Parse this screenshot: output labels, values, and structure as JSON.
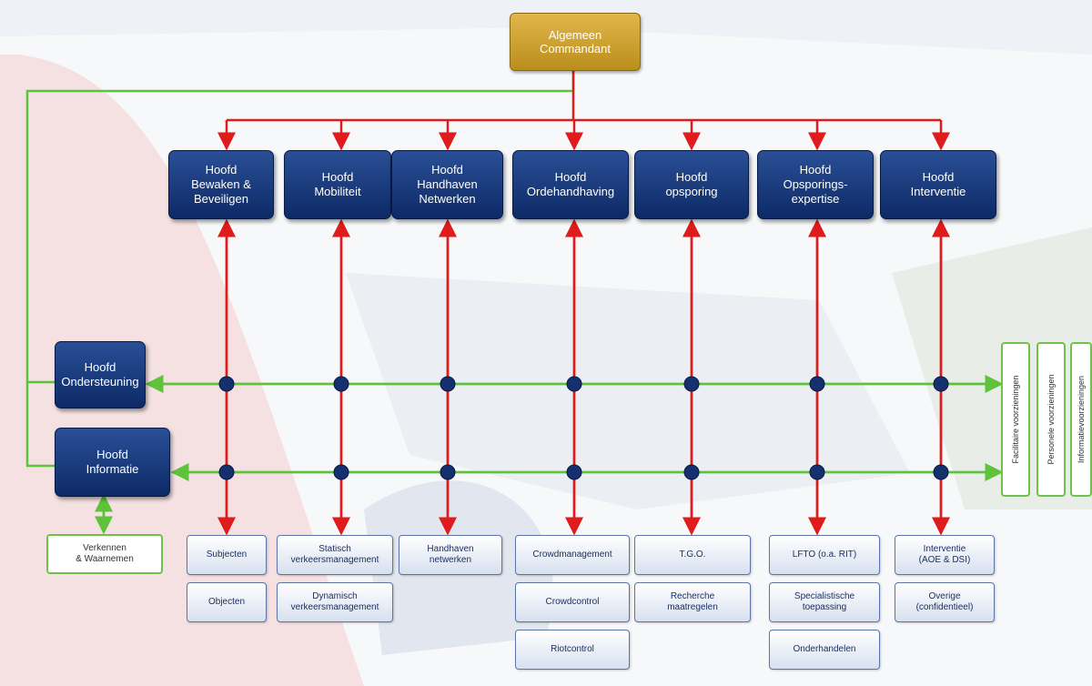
{
  "commander": {
    "label": "Algemeen\nCommandant"
  },
  "heads": [
    {
      "label": "Hoofd\nBewaken &\nBeveiligen"
    },
    {
      "label": "Hoofd\nMobiliteit"
    },
    {
      "label": "Hoofd\nHandhaven\nNetwerken"
    },
    {
      "label": "Hoofd\nOrdehandhaving"
    },
    {
      "label": "Hoofd\nopsporing"
    },
    {
      "label": "Hoofd\nOpsporings-\nexpertise"
    },
    {
      "label": "Hoofd\nInterventie"
    }
  ],
  "support": {
    "ondersteuning": "Hoofd\nOndersteuning",
    "informatie": "Hoofd\nInformatie",
    "verkennen": "Verkennen\n& Waarnemen"
  },
  "facilities": [
    "Facilitaire voorzieningen",
    "Personele voorzieningen",
    "Informatievoorzieningen"
  ],
  "subunits": [
    [
      "Subjecten",
      "Objecten"
    ],
    [
      "Statisch\nverkeersmanagement",
      "Dynamisch\nverkeersmanagement"
    ],
    [
      "Handhaven\nnetwerken"
    ],
    [
      "Crowdmanagement",
      "Crowdcontrol",
      "Riotcontrol"
    ],
    [
      "T.G.O.",
      "Recherche\nmaatregelen"
    ],
    [
      "LFTO (o.a. RIT)",
      "Specialistische\ntoepassing",
      "Onderhandelen"
    ],
    [
      "Interventie\n(AOE & DSI)",
      "Overige\n(confidentieel)"
    ]
  ],
  "colors": {
    "command_line": "#e01b1b",
    "support_line": "#5ec23a",
    "head_fill": "#15387a",
    "commander_fill": "#c9a02c"
  }
}
